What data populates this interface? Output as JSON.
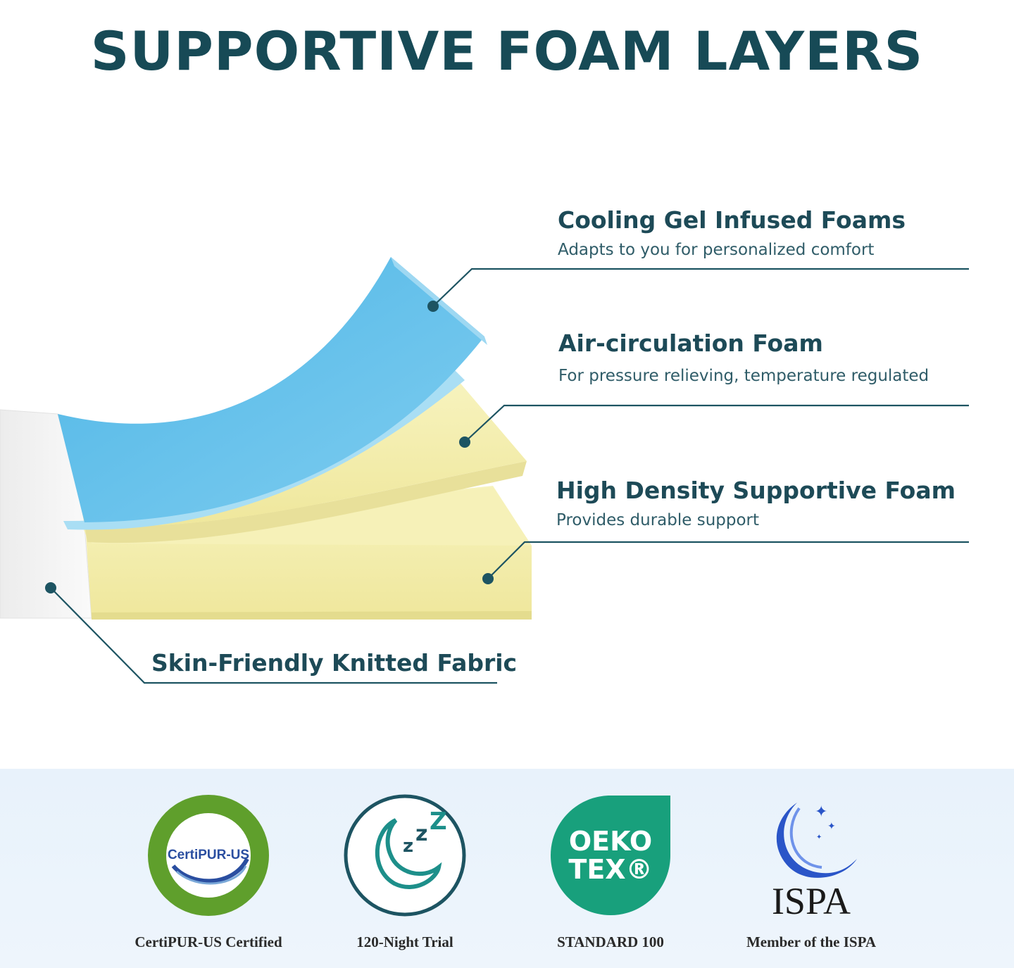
{
  "title": "SUPPORTIVE FOAM LAYERS",
  "layers": [
    {
      "name": "Cooling Gel Infused Foams",
      "desc": "Adapts to you for personalized comfort"
    },
    {
      "name": "Air-circulation Foam",
      "desc": "For pressure relieving, temperature regulated"
    },
    {
      "name": "High Density Supportive Foam",
      "desc": "Provides durable support"
    }
  ],
  "fabric": {
    "name": "Skin-Friendly Knitted Fabric"
  },
  "badges": [
    {
      "caption": "CertiPUR-US Certified",
      "logo_text": "CertiPUR-US",
      "icon": "certipur-us-logo"
    },
    {
      "caption": "120-Night Trial",
      "icon": "moon-zzz-icon"
    },
    {
      "caption": "STANDARD 100",
      "logo_line1": "OEKO",
      "logo_line2": "TEX®",
      "icon": "oeko-tex-logo"
    },
    {
      "caption": "Member of the ISPA",
      "logo_text": "ISPA",
      "icon": "ispa-moon-logo"
    }
  ],
  "colors": {
    "title": "#174a56",
    "cooling_foam": "#6cc3ea",
    "support_foam": "#f3eeac",
    "fabric": "#f4f4f4",
    "leader_line": "#1d5462",
    "certipur_green": "#5a9a2a",
    "oeko_green": "#1a9a78",
    "ispa_blue": "#2a55c8"
  }
}
